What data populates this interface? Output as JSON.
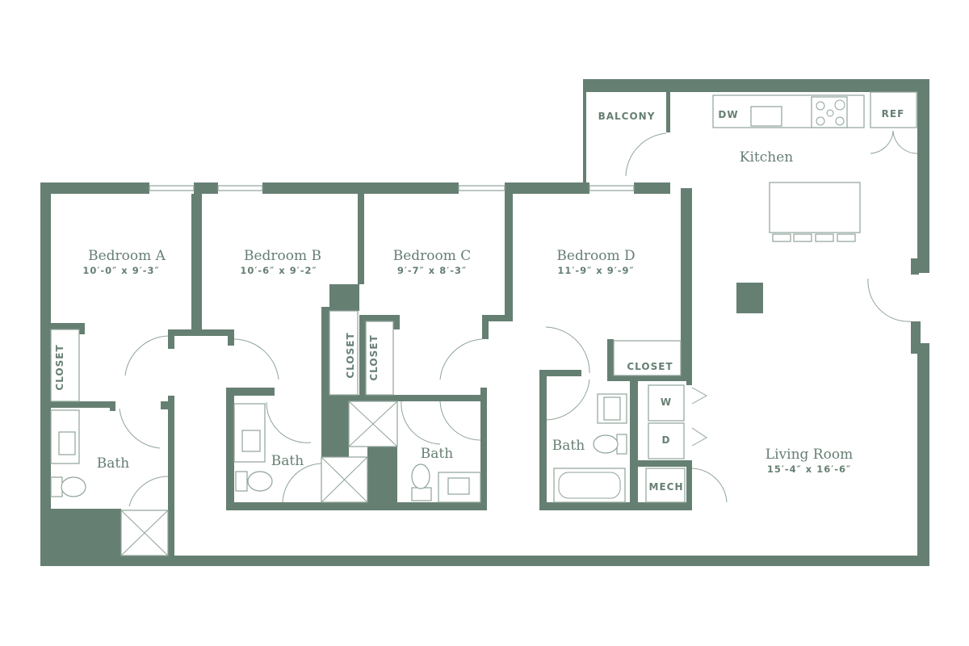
{
  "rooms": {
    "bedroom_a": {
      "name": "Bedroom A",
      "dims": "10′-0″ x 9′-3″"
    },
    "bedroom_b": {
      "name": "Bedroom B",
      "dims": "10′-6″ x 9′-2″"
    },
    "bedroom_c": {
      "name": "Bedroom C",
      "dims": "9′-7″ x 8′-3″"
    },
    "bedroom_d": {
      "name": "Bedroom D",
      "dims": "11′-9″ x 9′-9″"
    },
    "kitchen": {
      "name": "Kitchen"
    },
    "living_room": {
      "name": "Living Room",
      "dims": "15′-4″ x 16′-6″"
    },
    "baths": [
      "Bath",
      "Bath",
      "Bath",
      "Bath"
    ]
  },
  "labels": {
    "closet": "CLOSET",
    "balcony": "BALCONY",
    "dishwasher": "DW",
    "refrigerator": "REF",
    "washer": "W",
    "dryer": "D",
    "mech": "MECH"
  },
  "colors": {
    "wall": "#667f73",
    "fixture": "#8fa399"
  }
}
